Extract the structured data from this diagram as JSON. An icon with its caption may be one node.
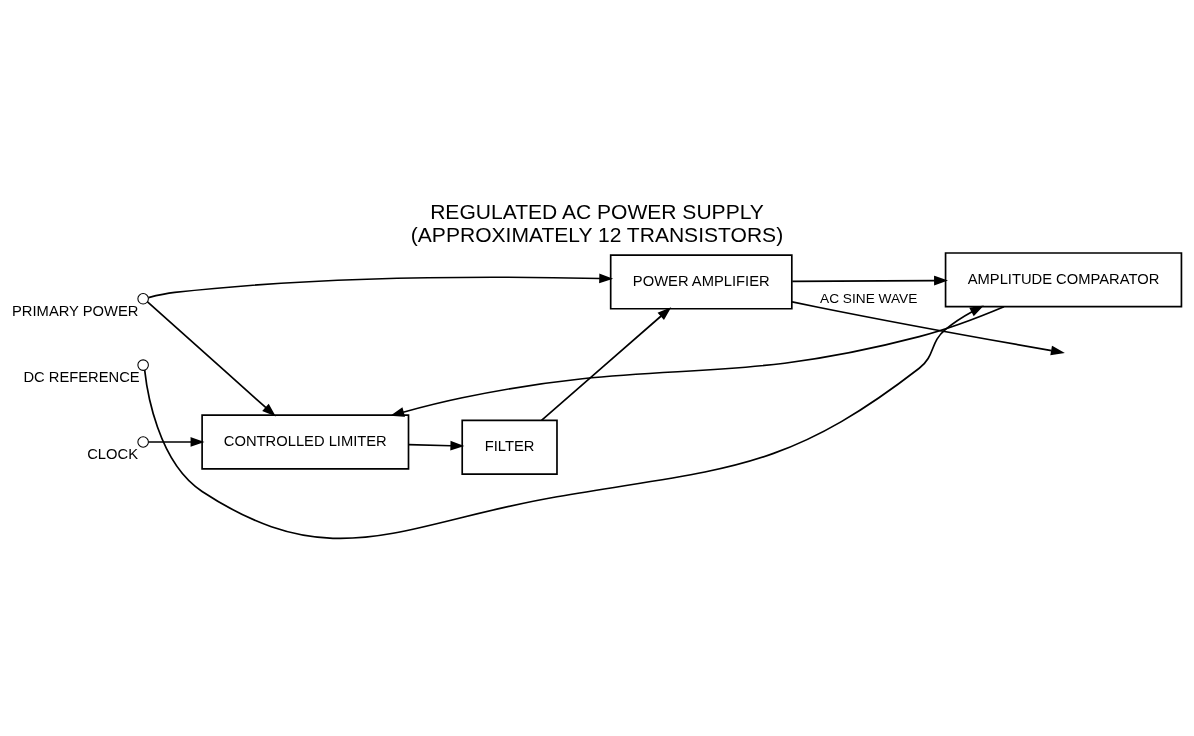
{
  "diagram": {
    "title": "REGULATED AC POWER SUPPLY",
    "caption": "(APPROXIMATELY 12 TRANSISTORS)",
    "nodes": [
      {
        "text": [],
        "shape": "circle",
        "beside": [
          "PRIMARY POWER"
        ]
      },
      {
        "text": [],
        "shape": "circle",
        "beside": [
          "CLOCK"
        ]
      },
      {
        "text": [
          "CONTROLLED LIMITER"
        ]
      },
      {
        "text": [
          "FILTER"
        ]
      },
      {
        "text": [
          "POWER AMPLIFIER"
        ]
      },
      {
        "text": [
          "AMPLITUDE COMPARATOR"
        ]
      },
      {
        "text": [],
        "shape": "circle",
        "beside": [
          "DC REFERENCE"
        ]
      }
    ],
    "edges": [
      {
        "from": 0,
        "to": 2,
        "arrow": "to"
      },
      {
        "from": 0,
        "to": 4,
        "arrow": "to"
      },
      {
        "from": 1,
        "to": 2,
        "arrow": "to"
      },
      {
        "from": 2,
        "to": 3,
        "arrow": "to"
      },
      {
        "from": 3,
        "to": 4,
        "arrow": "to"
      },
      {
        "from": 4,
        "to": null,
        "arrow": "to",
        "label": "AC SINE WAVE"
      },
      {
        "from": 4,
        "to": 5,
        "arrow": "to"
      },
      {
        "from": 5,
        "to": 2,
        "arrow": "to"
      },
      {
        "from": 6,
        "to": 5,
        "arrow": "to"
      }
    ]
  }
}
